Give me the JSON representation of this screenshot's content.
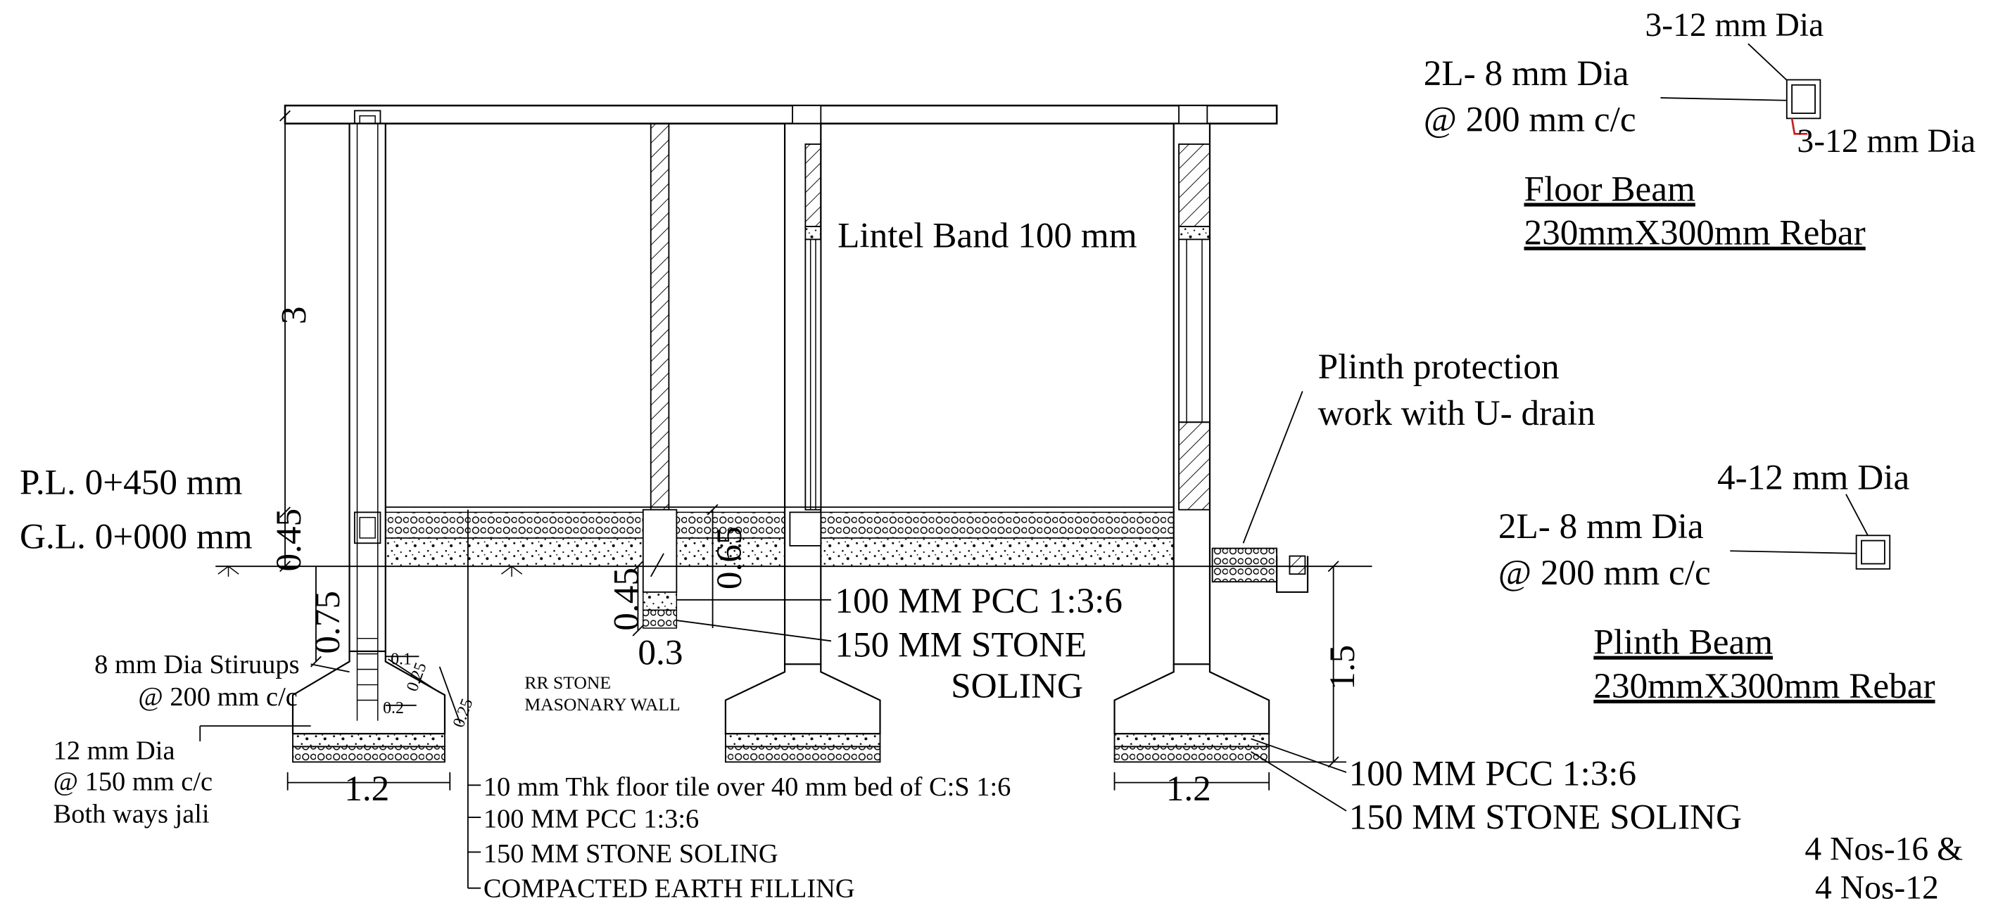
{
  "floor_beam": {
    "bar_top": "3-12 mm Dia",
    "stirrup_line1": "2L- 8 mm Dia",
    "stirrup_line2": "@ 200 mm c/c",
    "bar_bottom": "3-12 mm Dia",
    "title_line1": "Floor Beam",
    "title_line2": "230mmX300mm Rebar"
  },
  "plinth_beam": {
    "bars": "4-12 mm Dia",
    "stirrup_line1": "2L- 8 mm Dia",
    "stirrup_line2": "@ 200 mm c/c",
    "title_line1": "Plinth Beam",
    "title_line2": "230mmX300mm Rebar"
  },
  "section": {
    "lintel_band": "Lintel Band 100 mm",
    "plinth_protection_line1": "Plinth protection",
    "plinth_protection_line2": "work with U- drain",
    "pl_level": "P.L. 0+450 mm",
    "gl_level": "G.L. 0+000 mm",
    "rr_stone_line1": "RR STONE",
    "rr_stone_line2": "MASONARY WALL",
    "pcc_mid": "100 MM PCC 1:3:6",
    "soling_mid_line1": "150 MM STONE",
    "soling_mid_line2": "SOLING",
    "pcc_right": "100 MM PCC 1:3:6",
    "soling_right": "150 MM STONE SOLING",
    "column_bars_line1": "4 Nos-16 &",
    "column_bars_line2": "4 Nos-12"
  },
  "footing": {
    "stirrups_line1": "8 mm Dia Stiruups",
    "stirrups_line2": "@ 200 mm c/c",
    "jali_line1": "12 mm Dia",
    "jali_line2": "@ 150 mm c/c",
    "jali_line3": "Both ways jali"
  },
  "floor_layers": [
    "10 mm Thk floor tile over 40 mm bed of C:S 1:6",
    "100 MM PCC 1:3:6",
    "150 MM STONE SOLING",
    "COMPACTED EARTH FILLING"
  ],
  "dimensions": {
    "storey_height": "3",
    "plinth_height": "0.45",
    "footing_depth_left": "0.75",
    "footing_width_left": "1.2",
    "footing_width_right": "1.2",
    "footing_depth_right": "1.5",
    "wall_depth": "0.45",
    "wall_width": "0.3",
    "wall_total": "0.65",
    "step_1": "0.1",
    "step_2": "0.25",
    "step_3": "0.2",
    "step_4": "0.25"
  }
}
